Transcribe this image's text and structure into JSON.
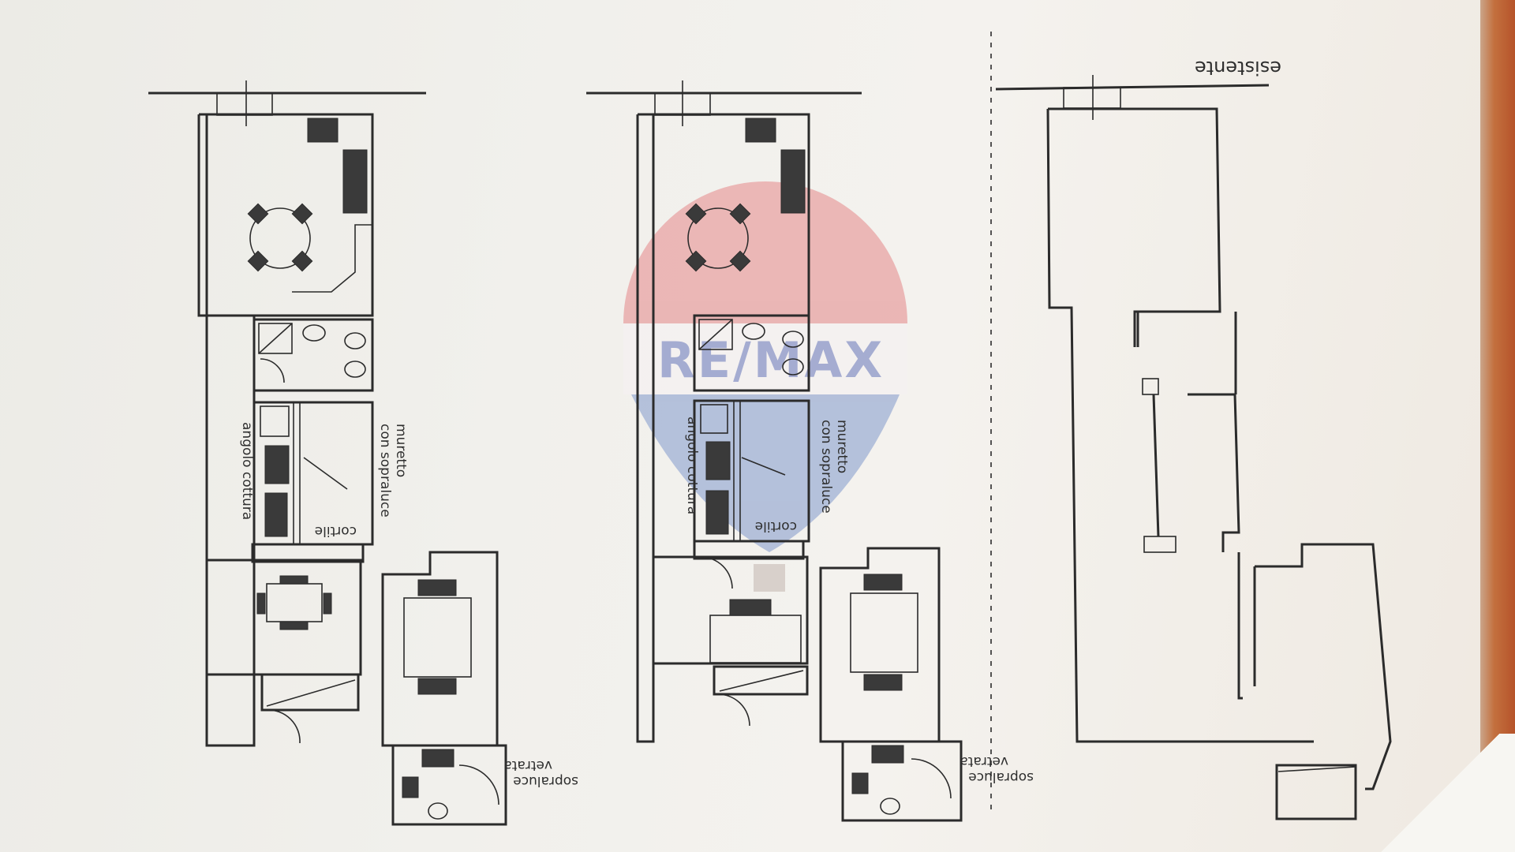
{
  "watermark": {
    "brand": "RE/MAX",
    "colors": {
      "top": "#e8a3a3",
      "middle": "#f3efef",
      "bottom": "#8fa3cc",
      "text": "#7f8fc6"
    }
  },
  "plans": [
    {
      "labels": {
        "cooking_corner": "angolo cottura",
        "low_wall_line1": "muretto",
        "low_wall_line2": "con sopraluce",
        "courtyard": "cortile",
        "window_line1": "sopraluce",
        "window_line2": "vetrata"
      }
    },
    {
      "labels": {
        "cooking_corner": "angolo cottura",
        "low_wall_line1": "muretto",
        "low_wall_line2": "con sopraluce",
        "courtyard": "cortile",
        "window_line1": "sopraluce",
        "window_line2": "vetrata"
      }
    },
    {
      "labels": {
        "state": "esistente"
      }
    }
  ],
  "colors": {
    "paper": "#f1f0ec",
    "ink": "#2b2b2b",
    "table_edge": "#b35a2e"
  }
}
